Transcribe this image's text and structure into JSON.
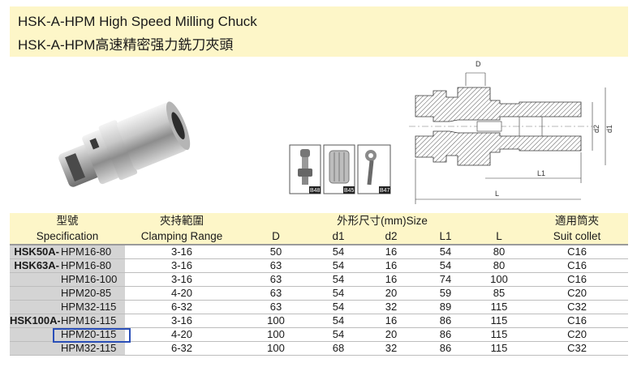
{
  "title": {
    "line1": "HSK-A-HPM High Speed Milling Chuck",
    "line2": "HSK-A-HPM高速精密强力銑刀夾頭"
  },
  "thumbnails": [
    "B48",
    "B45",
    "B47"
  ],
  "drawing_labels": {
    "D": "D",
    "d2": "d2",
    "d1": "d1",
    "L1": "L1",
    "L": "L"
  },
  "table": {
    "headers": {
      "spec_cn": "型號",
      "spec_en": "Specification",
      "clamp_cn": "夾持範圍",
      "clamp_en": "Clamping Range",
      "size_group": "外形尺寸(mm)Size",
      "D": "D",
      "d1": "d1",
      "d2": "d2",
      "L1": "L1",
      "L": "L",
      "collet_cn": "適用筒夾",
      "collet_en": "Suit collet"
    },
    "rows": [
      {
        "series": "HSK50A-",
        "model": "HPM16-80",
        "range": "3-16",
        "D": "50",
        "d1": "54",
        "d2": "16",
        "L1": "54",
        "L": "80",
        "collet": "C16"
      },
      {
        "series": "HSK63A-",
        "model": "HPM16-80",
        "range": "3-16",
        "D": "63",
        "d1": "54",
        "d2": "16",
        "L1": "54",
        "L": "80",
        "collet": "C16"
      },
      {
        "series": "",
        "model": "HPM16-100",
        "range": "3-16",
        "D": "63",
        "d1": "54",
        "d2": "16",
        "L1": "74",
        "L": "100",
        "collet": "C16"
      },
      {
        "series": "",
        "model": "HPM20-85",
        "range": "4-20",
        "D": "63",
        "d1": "54",
        "d2": "20",
        "L1": "59",
        "L": "85",
        "collet": "C20"
      },
      {
        "series": "",
        "model": "HPM32-115",
        "range": "6-32",
        "D": "63",
        "d1": "54",
        "d2": "32",
        "L1": "89",
        "L": "115",
        "collet": "C32"
      },
      {
        "series": "HSK100A-",
        "model": "HPM16-115",
        "range": "3-16",
        "D": "100",
        "d1": "54",
        "d2": "16",
        "L1": "86",
        "L": "115",
        "collet": "C16"
      },
      {
        "series": "",
        "model": "HPM20-115",
        "range": "4-20",
        "D": "100",
        "d1": "54",
        "d2": "20",
        "L1": "86",
        "L": "115",
        "collet": "C20"
      },
      {
        "series": "",
        "model": "HPM32-115",
        "range": "6-32",
        "D": "100",
        "d1": "68",
        "d2": "32",
        "L1": "86",
        "L": "115",
        "collet": "C32"
      }
    ]
  },
  "colors": {
    "header_bg": "#fdf6c8",
    "spec_col_bg": "#d4d4d4",
    "highlight": "#2a4fb8"
  }
}
